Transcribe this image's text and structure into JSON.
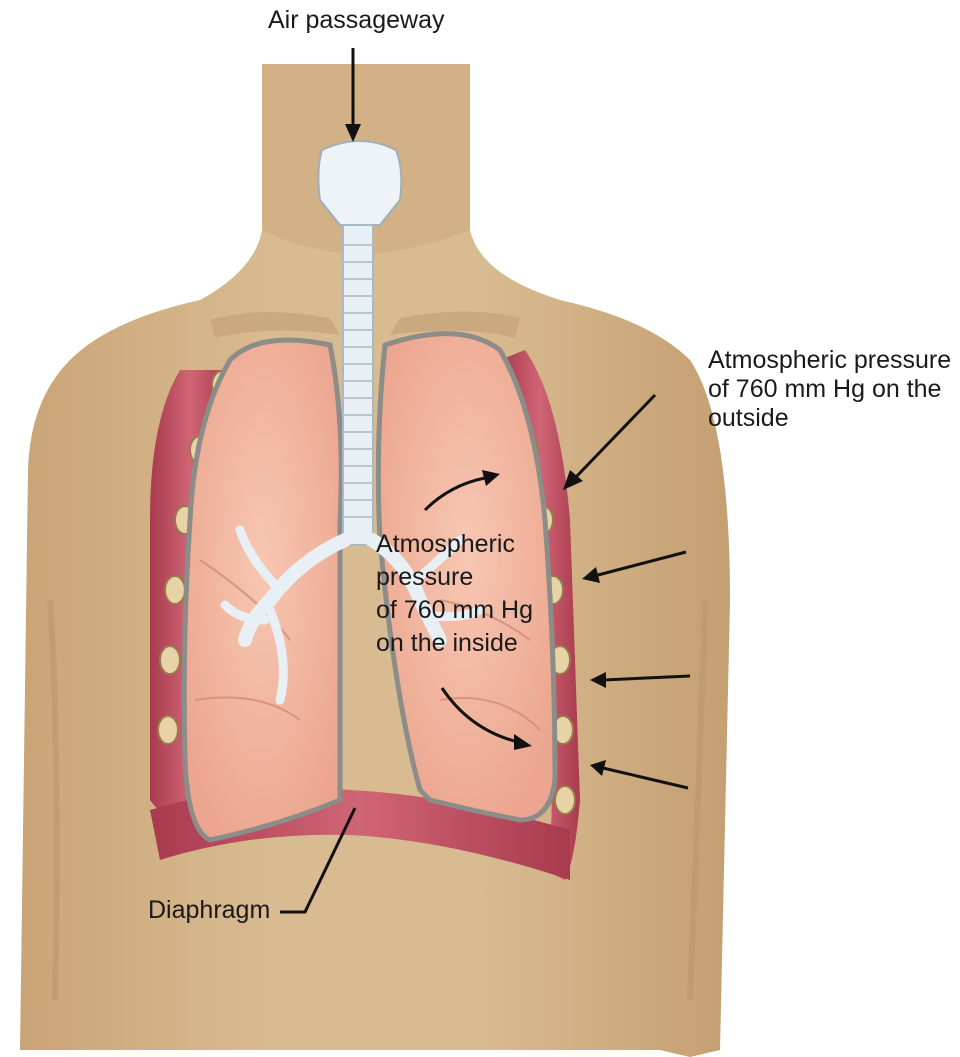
{
  "labels": {
    "air_passageway": "Air passageway",
    "outside_pressure": [
      "Atmospheric pressure",
      "of 760 mm Hg on the",
      "outside"
    ],
    "inside_pressure": [
      "Atmospheric",
      "pressure",
      "of 760 mm Hg",
      "on the inside"
    ],
    "diaphragm": "Diaphragm"
  },
  "colors": {
    "skin": "#d4b48a",
    "skin_shadow": "#b8966a",
    "lung": "#f2b39e",
    "lung_edge": "#8c8c88",
    "trachea": "#e6eef4",
    "muscle": "#b8475a",
    "rib": "#e8d3a6",
    "arrow": "#111111"
  }
}
